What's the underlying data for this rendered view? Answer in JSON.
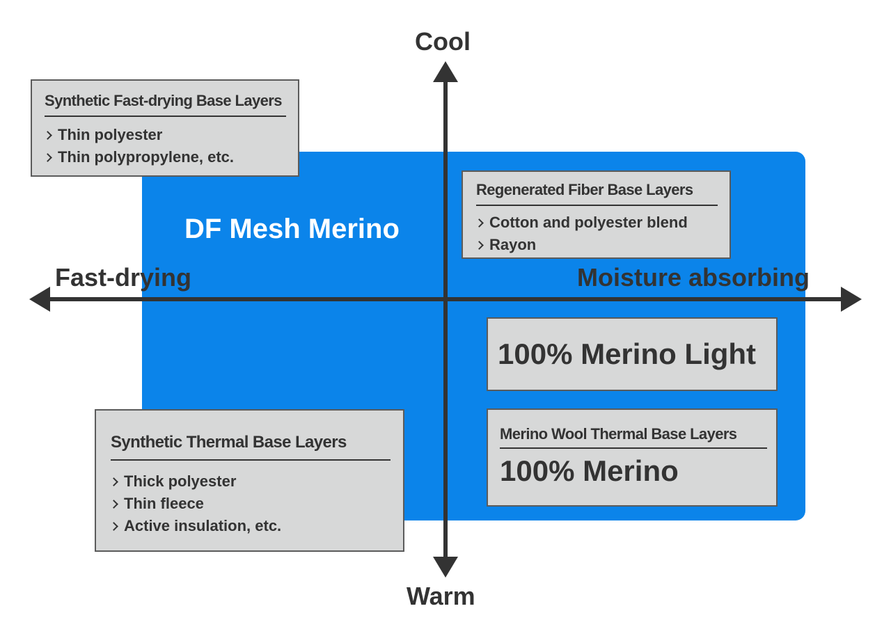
{
  "colors": {
    "region_fill": "#0b84ea",
    "box_fill": "#d7d8d8",
    "box_border": "#5b5b5b",
    "text": "#333333",
    "axis": "#333333"
  },
  "axes": {
    "top": "Cool",
    "bottom": "Warm",
    "left": "Fast-drying",
    "right": "Moisture absorbing"
  },
  "region_label": "DF Mesh Merino",
  "boxes": {
    "synthetic_fast": {
      "title": "Synthetic Fast-drying Base Layers",
      "items": [
        "Thin polyester",
        "Thin polypropylene, etc."
      ]
    },
    "regenerated": {
      "title": "Regenerated Fiber Base Layers",
      "items": [
        "Cotton and polyester blend",
        "Rayon"
      ]
    },
    "merino_light": {
      "label": "100% Merino Light"
    },
    "merino_thermal": {
      "title": "Merino Wool Thermal Base Layers",
      "label": "100% Merino"
    },
    "synthetic_thermal": {
      "title": "Synthetic Thermal Base Layers",
      "items": [
        "Thick polyester",
        "Thin fleece",
        "Active insulation, etc."
      ]
    }
  }
}
